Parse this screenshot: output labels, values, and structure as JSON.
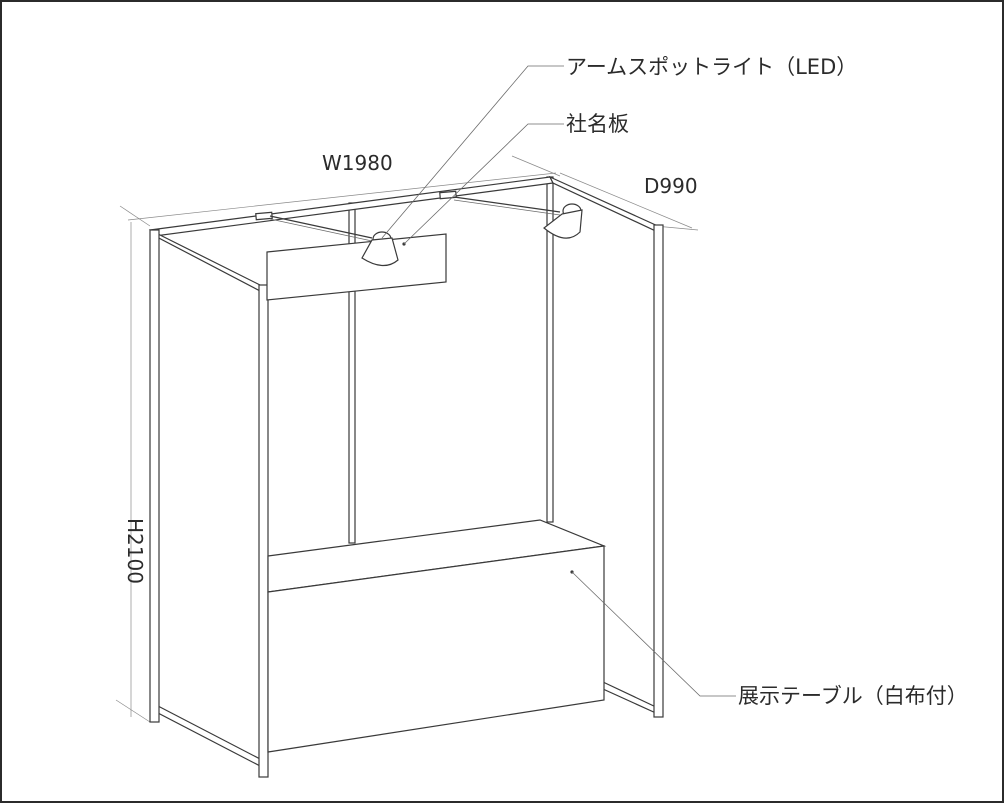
{
  "labels": {
    "arm_spotlight": "アームスポットライト（LED）",
    "name_board": "社名板",
    "display_table": "展示テーブル（白布付）"
  },
  "dimensions": {
    "width": "W1980",
    "depth": "D990",
    "height": "H2100"
  },
  "colors": {
    "line": "#3a3a3a",
    "background": "#ffffff"
  }
}
